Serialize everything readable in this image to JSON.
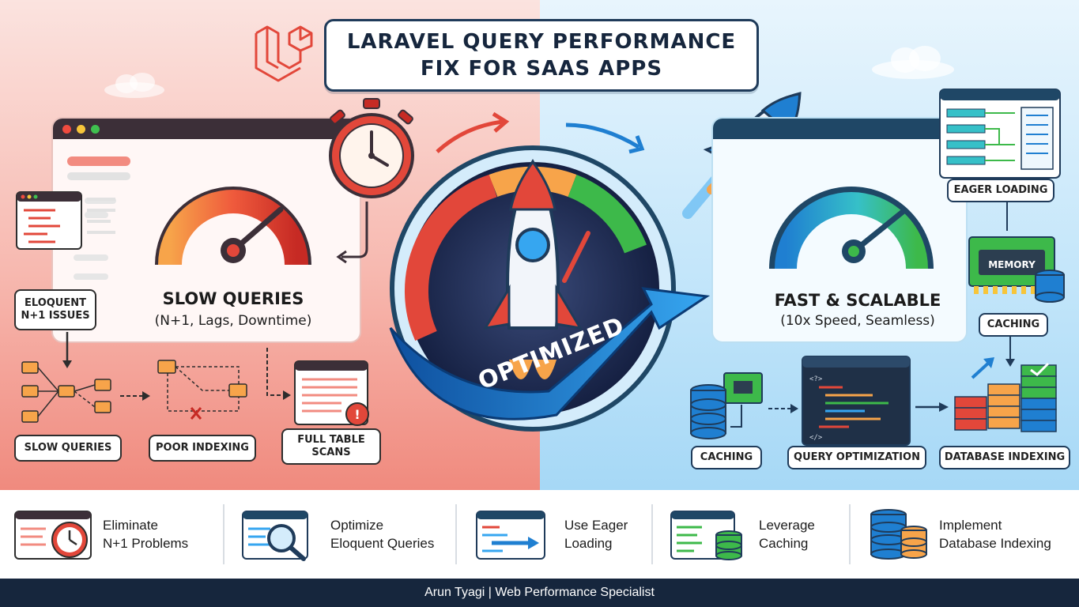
{
  "title": "LARAVEL QUERY PERFORMANCE FIX FOR SAAS APPS",
  "left_panel": {
    "headline": "SLOW QUERIES",
    "subline": "(N+1, Lags, Downtime)",
    "pills": {
      "eloquent": "ELOQUENT N+1 ISSUES",
      "slow_queries": "SLOW QUERIES",
      "poor_indexing": "POOR INDEXING",
      "full_table_scans": "FULL TABLE SCANS"
    }
  },
  "center": {
    "banner": "OPTIMIZED"
  },
  "right_panel": {
    "headline": "FAST & SCALABLE",
    "subline": "(10x Speed, Seamless)",
    "pills": {
      "eager_loading": "EAGER LOADING",
      "memory": "MEMORY",
      "caching_top": "CACHING",
      "caching": "CACHING",
      "query_optimization": "QUERY OPTIMIZATION",
      "database_indexing": "DATABASE INDEXING"
    }
  },
  "features": [
    {
      "line1": "Eliminate",
      "line2": "N+1 Problems",
      "icon": "stopwatch-window-icon"
    },
    {
      "line1": "Optimize",
      "line2": "Eloquent Queries",
      "icon": "magnifier-window-icon"
    },
    {
      "line1": "Use Eager",
      "line2": "Loading",
      "icon": "arrow-window-icon"
    },
    {
      "line1": "Leverage",
      "line2": "Caching",
      "icon": "database-window-icon"
    },
    {
      "line1": "Implement",
      "line2": "Database Indexing",
      "icon": "database-stack-icon"
    }
  ],
  "footer": "Arun Tyagi | Web Performance Specialist",
  "colors": {
    "navy": "#16263d",
    "red": "#e2473a",
    "blue": "#1f7fd1",
    "green": "#3db94a"
  }
}
